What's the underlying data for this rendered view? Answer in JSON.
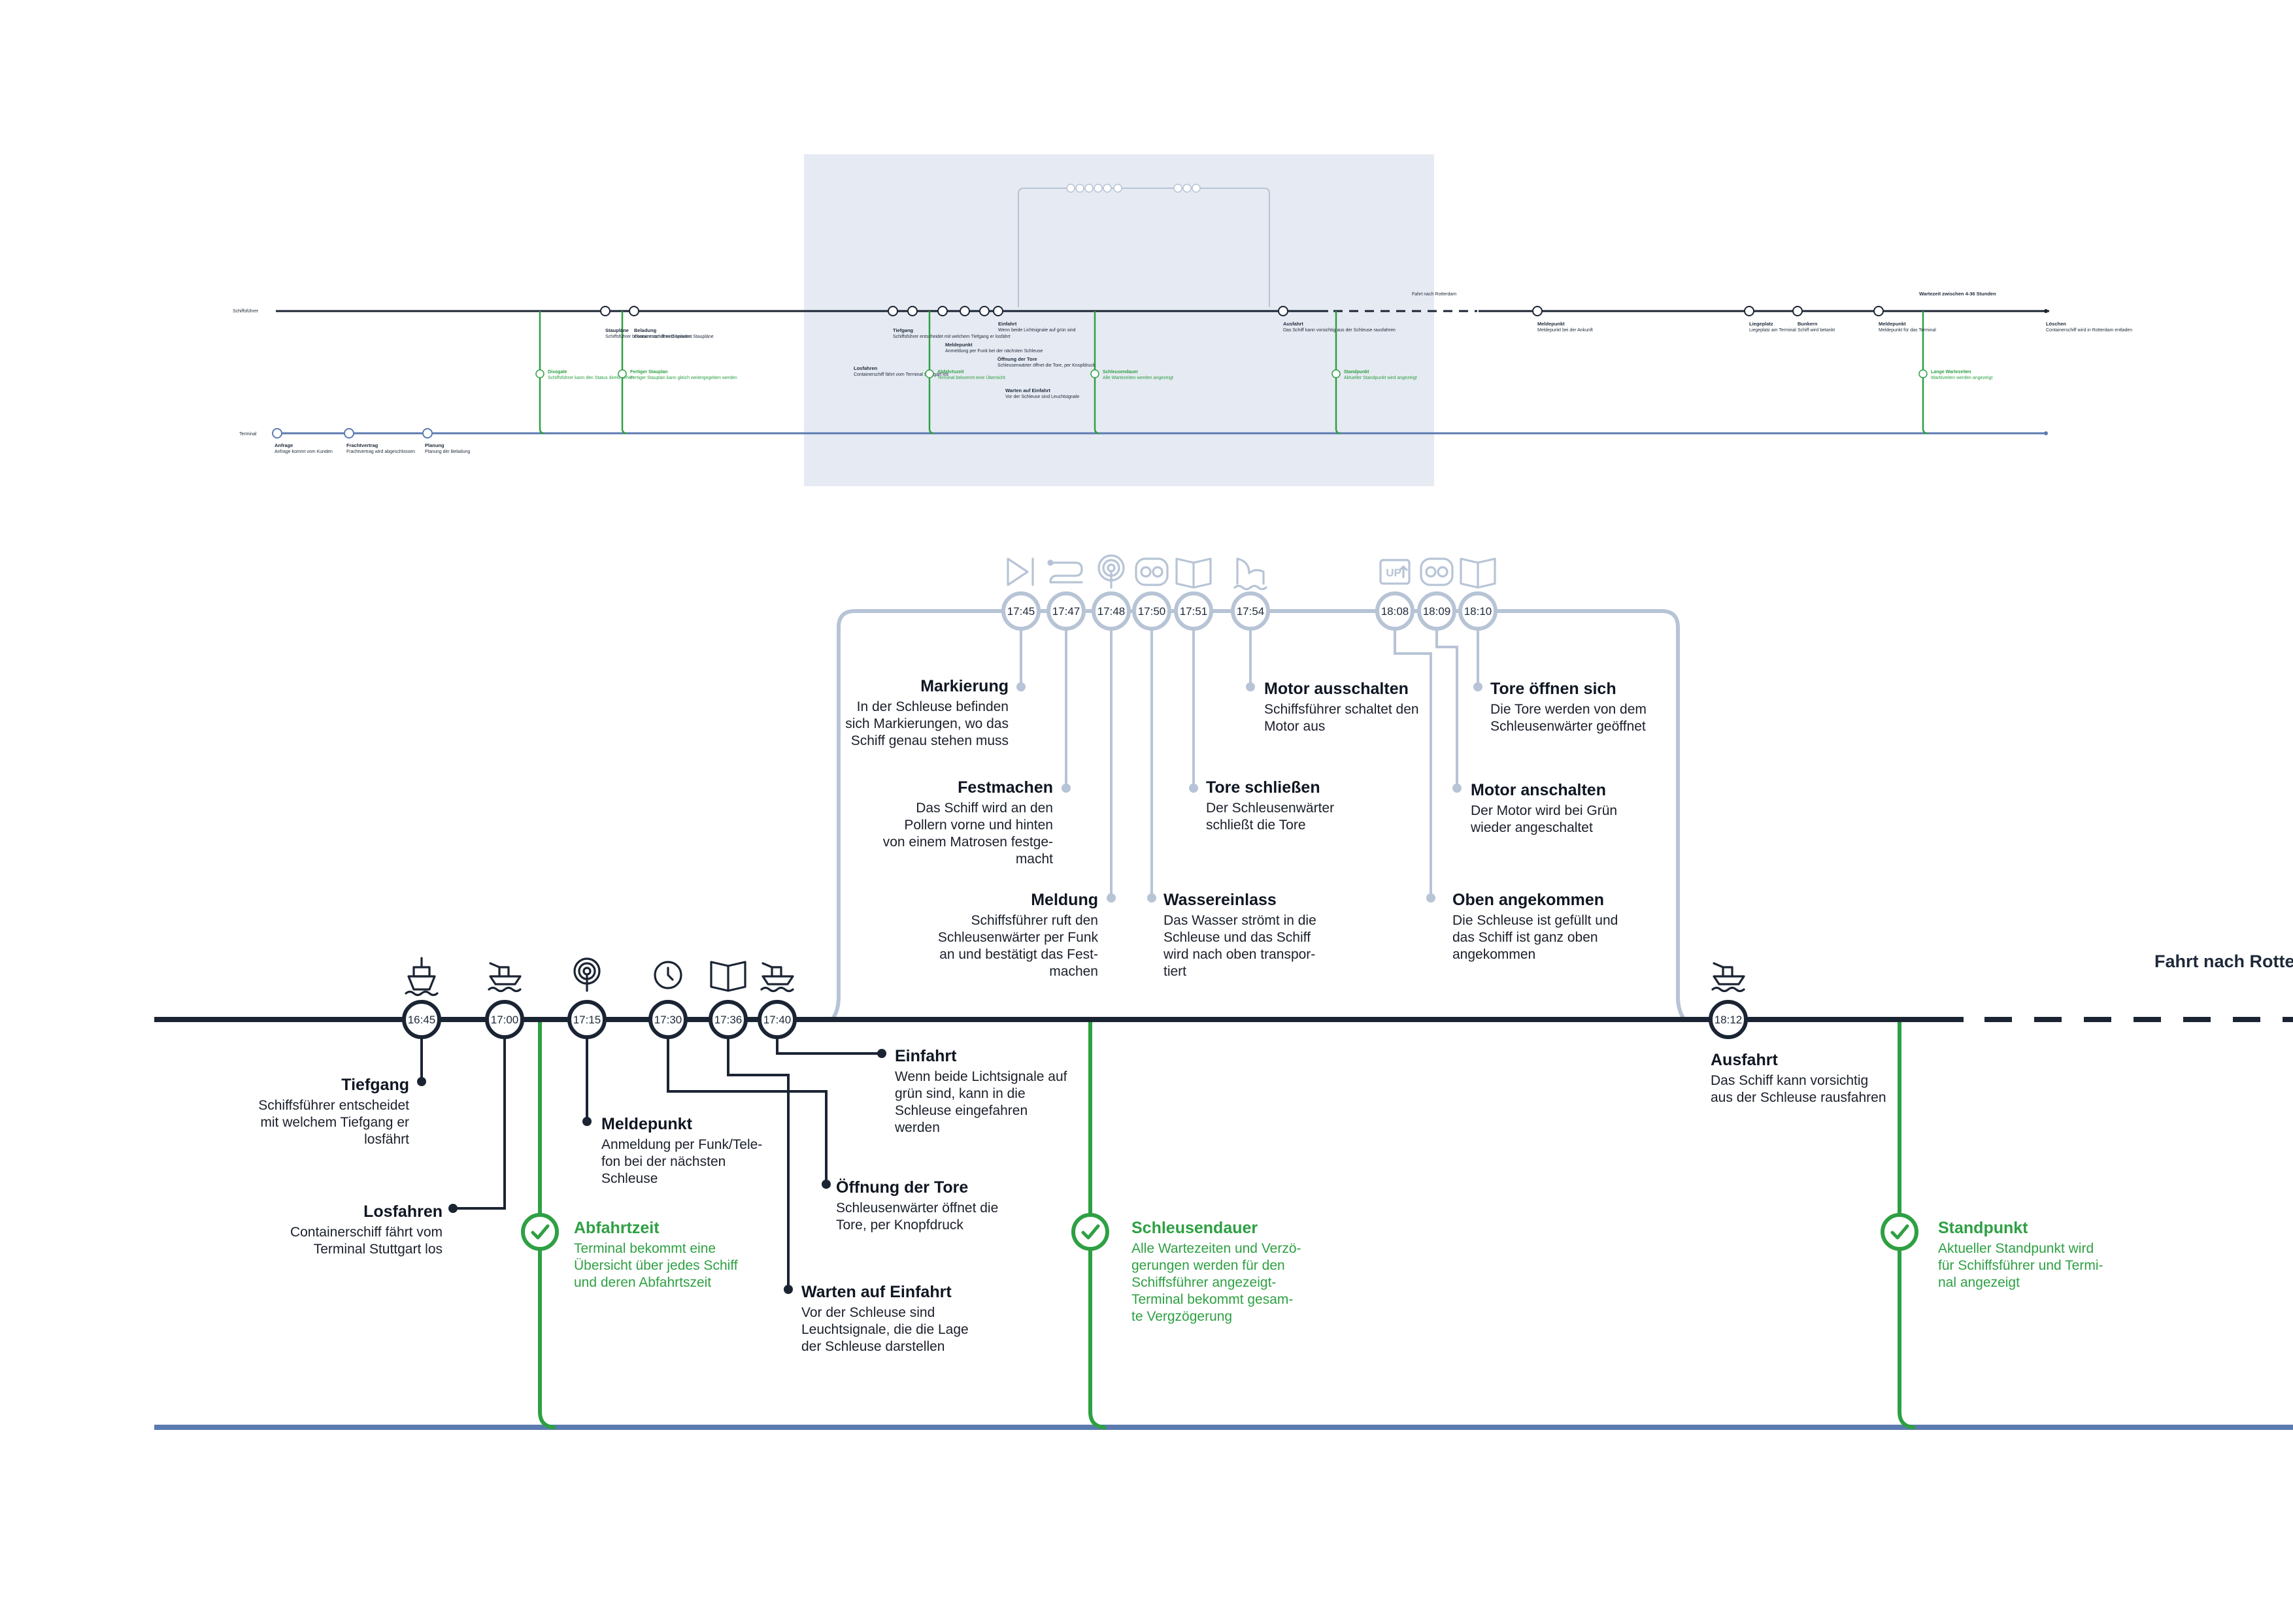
{
  "overview": {
    "actor_ship": "Schiffsführer",
    "actor_terminal": "Terminal",
    "route_label": "Fahrt nach Rotterdam",
    "wait_label": "Wartezeit zwischen 4-36 Stunden",
    "steps_top": [
      {
        "title": "Staupläne",
        "text": "Schiffsführer bekommt von dem Disponent Staupläne"
      },
      {
        "title": "Beladung",
        "text": "Containerschiff wird beladen"
      },
      {
        "title": "Tiefgang",
        "text": "Schiffsführer entscheidet mit welchem Tiefgang er losfährt"
      },
      {
        "title": "Losfahren",
        "text": "Containerschiff fährt vom Terminal Stuttgart los"
      },
      {
        "title": "Meldepunkt",
        "text": "Anmeldung per Funk bei der nächsten Schleuse"
      },
      {
        "title": "Öffnung der Tore",
        "text": "Schleusenwärter öffnet die Tore, per Knopfdruck"
      },
      {
        "title": "Warten auf Einfahrt",
        "text": "Vor der Schleuse sind Leuchtsignale"
      },
      {
        "title": "Einfahrt",
        "text": "Wenn beide Lichtsignale auf grün sind"
      },
      {
        "title": "Ausfahrt",
        "text": "Das Schiff kann vorsichtig aus der Schleuse rausfahren"
      },
      {
        "title": "Meldepunkt",
        "text": "Meldepunkt bei der Ankunft"
      },
      {
        "title": "Liegeplatz",
        "text": "Liegeplatz am Terminal"
      },
      {
        "title": "Bunkern",
        "text": "Schiff wird betankt"
      },
      {
        "title": "Meldepunkt",
        "text": "Meldepunkt für das Terminal"
      },
      {
        "title": "Löschen",
        "text": "Containerschiff wird in Rotterdam entladen"
      }
    ],
    "steps_green": [
      {
        "title": "Disogate",
        "text": "Schiffsführer kann den Status direkt sehen"
      },
      {
        "title": "Fertiger Stauplan",
        "text": "Fertiger Stauplan kann gleich weitergegeben werden"
      },
      {
        "title": "Abfahrtszeit",
        "text": "Terminal bekommt eine Übersicht"
      },
      {
        "title": "Schleusendauer",
        "text": "Alle Wartezeiten werden angezeigt"
      },
      {
        "title": "Standpunkt",
        "text": "Aktueller Standpunkt wird angezeigt"
      },
      {
        "title": "Lange Wartezeiten",
        "text": "Wartezeiten werden angezeigt"
      }
    ],
    "steps_bottom": [
      {
        "title": "Anfrage",
        "text": "Anfrage kommt vom Kunden"
      },
      {
        "title": "Frachtvertrag",
        "text": "Frachtvertrag wird abgeschlossen"
      },
      {
        "title": "Planung",
        "text": "Planung der Beladung"
      }
    ]
  },
  "detail": {
    "route_label": "Fahrt nach Rotte",
    "main_nodes": [
      {
        "time": "16:45",
        "icon": "ship-front-icon"
      },
      {
        "time": "17:00",
        "icon": "ship-waves-icon"
      },
      {
        "time": "17:15",
        "icon": "radio-tower-icon"
      },
      {
        "time": "17:30",
        "icon": "clock-icon"
      },
      {
        "time": "17:36",
        "icon": "open-book-icon"
      },
      {
        "time": "17:40",
        "icon": "ship-waves-icon"
      },
      {
        "time": "18:12",
        "icon": "ship-waves-icon"
      }
    ],
    "lock_nodes": [
      {
        "time": "17:45",
        "icon": "play-skip-icon"
      },
      {
        "time": "17:47",
        "icon": "rope-icon"
      },
      {
        "time": "17:48",
        "icon": "radio-signal-icon"
      },
      {
        "time": "17:50",
        "icon": "engine-icon"
      },
      {
        "time": "17:51",
        "icon": "gate-icon"
      },
      {
        "time": "17:54",
        "icon": "water-wave-icon"
      },
      {
        "time": "18:08",
        "icon": "up-arrow-icon"
      },
      {
        "time": "18:09",
        "icon": "engine-icon"
      },
      {
        "time": "18:10",
        "icon": "gate-icon"
      }
    ],
    "lock_labels": {
      "up_text": "UP"
    },
    "steps": {
      "tiefgang": {
        "title": "Tiefgang",
        "lines": [
          "Schiffsführer entscheidet",
          "mit welchem Tiefgang er",
          "losfährt"
        ]
      },
      "losfahren": {
        "title": "Losfahren",
        "lines": [
          "Containerschiff fährt vom",
          "Terminal Stuttgart los"
        ]
      },
      "meldepunkt": {
        "title": "Meldepunkt",
        "lines": [
          "Anmeldung per Funk/Tele-",
          "fon bei der nächsten",
          "Schleuse"
        ]
      },
      "oeffnung": {
        "title": "Öffnung der Tore",
        "lines": [
          "Schleusenwärter öffnet die",
          "Tore, per Knopfdruck"
        ]
      },
      "warten": {
        "title": "Warten auf Einfahrt",
        "lines": [
          "Vor der Schleuse sind",
          "Leuchtsignale, die die Lage",
          "der Schleuse darstellen"
        ]
      },
      "einfahrt": {
        "title": "Einfahrt",
        "lines": [
          "Wenn beide Lichtsignale auf",
          "grün sind, kann in die",
          "Schleuse eingefahren",
          "werden"
        ]
      },
      "ausfahrt": {
        "title": "Ausfahrt",
        "lines": [
          "Das Schiff kann vorsichtig",
          "aus der Schleuse rausfahren"
        ]
      },
      "markierung": {
        "title": "Markierung",
        "lines": [
          "In der Schleuse befinden",
          "sich Markierungen, wo das",
          "Schiff genau stehen muss"
        ]
      },
      "festmachen": {
        "title": "Festmachen",
        "lines": [
          "Das Schiff wird an den",
          "Pollern vorne und hinten",
          "von einem Matrosen festge-",
          "macht"
        ]
      },
      "meldung": {
        "title": "Meldung",
        "lines": [
          "Schiffsführer ruft den",
          "Schleusenwärter per Funk",
          "an und bestätigt das Fest-",
          "machen"
        ]
      },
      "tore_schliessen": {
        "title": "Tore schließen",
        "lines": [
          "Der Schleusenwärter",
          "schließt die Tore"
        ]
      },
      "wassereinlass": {
        "title": "Wassereinlass",
        "lines": [
          "Das Wasser strömt in die",
          "Schleuse und das Schiff",
          "wird nach oben transpor-",
          "tiert"
        ]
      },
      "motor_aus": {
        "title": "Motor ausschalten",
        "lines": [
          "Schiffsführer schaltet den",
          "Motor aus"
        ]
      },
      "oben": {
        "title": "Oben angekommen",
        "lines": [
          "Die Schleuse ist gefüllt und",
          "das Schiff ist ganz oben",
          "angekommen"
        ]
      },
      "motor_an": {
        "title": "Motor anschalten",
        "lines": [
          "Der Motor wird bei Grün",
          "wieder angeschaltet"
        ]
      },
      "tore_oeffnen": {
        "title": "Tore öffnen sich",
        "lines": [
          "Die Tore werden von dem",
          "Schleusenwärter geöffnet"
        ]
      }
    },
    "green_steps": {
      "abfahrtzeit": {
        "title": "Abfahrtzeit",
        "lines": [
          "Terminal bekommt eine",
          "Übersicht über jedes Schiff",
          "und deren Abfahrtszeit"
        ]
      },
      "schleusendauer": {
        "title": "Schleusendauer",
        "lines": [
          "Alle Wartezeiten und Verzö-",
          "gerungen werden für den",
          "Schiffsführer angezeigt-",
          "Terminal bekommt gesam-",
          "te Vergzögerung"
        ]
      },
      "standpunkt": {
        "title": "Standpunkt",
        "lines": [
          "Aktueller Standpunkt wird",
          "für Schiffsführer und Termi-",
          "nal angezeigt"
        ]
      }
    }
  },
  "colors": {
    "navy": "#1b2433",
    "green": "#2ea043",
    "light_blue": "#b7c4d6",
    "terminal_line": "#5b7bb0",
    "highlight_bg": "#e6eaf2"
  }
}
